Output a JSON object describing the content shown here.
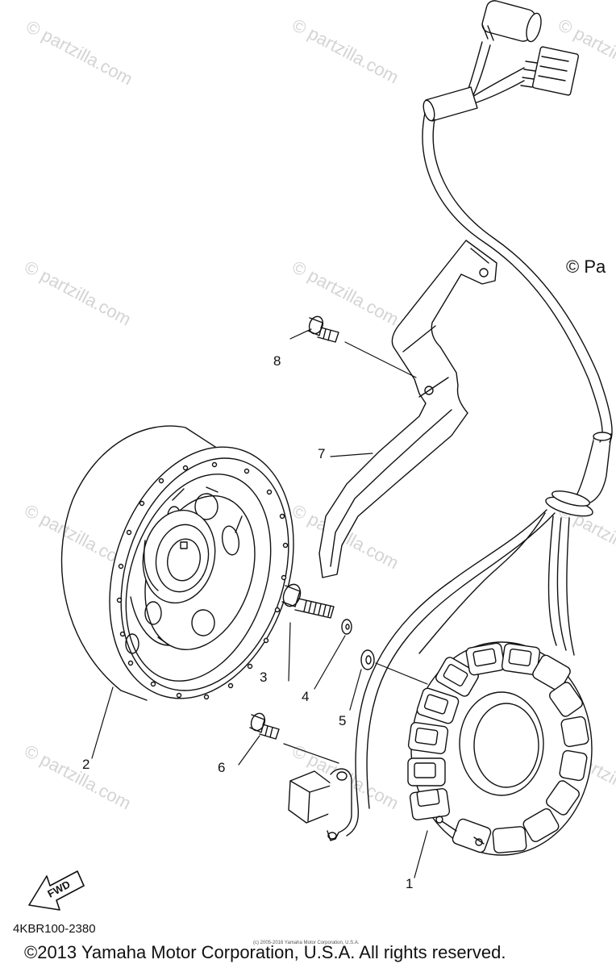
{
  "watermark": "© partzilla.com",
  "edge_mark": "© Pa",
  "callouts": {
    "c1": "1",
    "c2": "2",
    "c3": "3",
    "c4": "4",
    "c5": "5",
    "c6": "6",
    "c7": "7",
    "c8": "8"
  },
  "fwd_label": "FWD",
  "part_code": "4KBR100-2380",
  "copyright": "©2013 Yamaha Motor Corporation, U.S.A. All rights reserved.",
  "tiny_copyright": "(c) 2005-2016 Yamaha Motor Corporation, U.S.A."
}
